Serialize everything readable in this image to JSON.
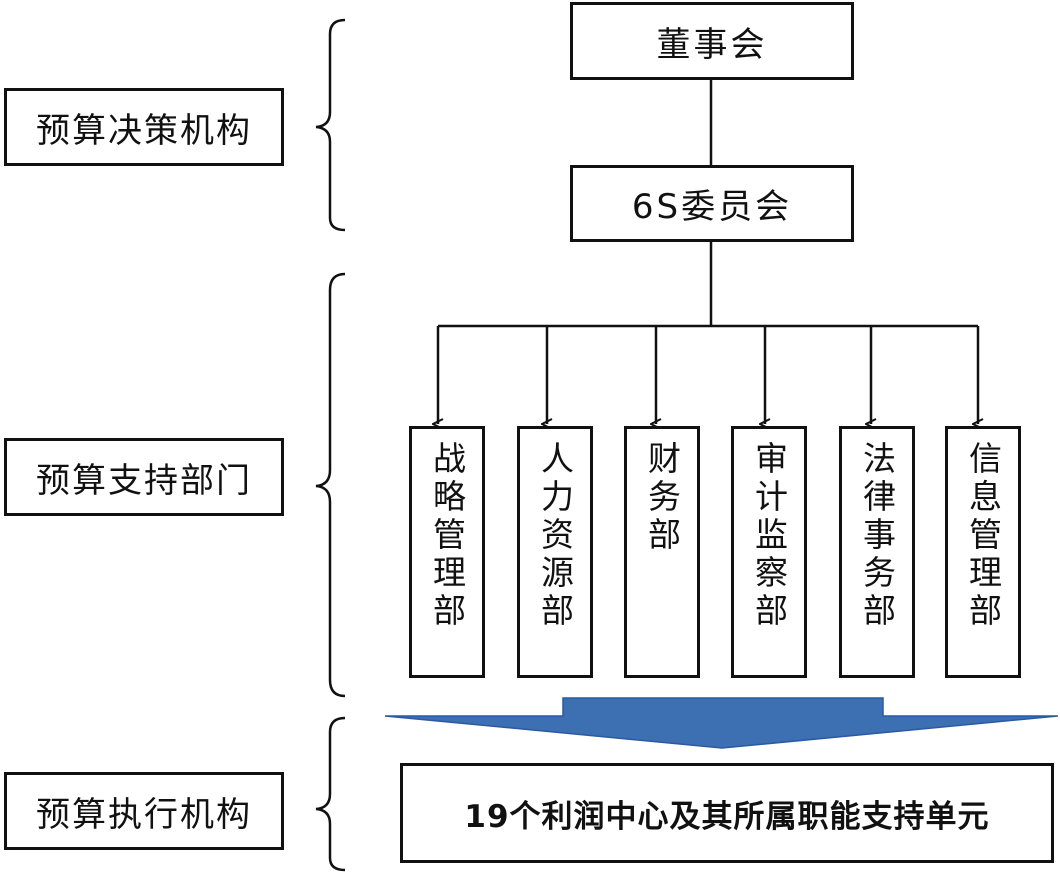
{
  "levels": {
    "decision": "预算决策机构",
    "support": "预算支持部门",
    "execution": "预算执行机构"
  },
  "nodes": {
    "board": "董事会",
    "committee": "6S委员会",
    "execution_units": "19个利润中心及其所属职能支持单元"
  },
  "departments": [
    "战略管理部",
    "人力资源部",
    "财务部",
    "审计监察部",
    "法律事务部",
    "信息管理部"
  ],
  "colors": {
    "line": "#111111",
    "arrow_fill": "#3d6fb3",
    "arrow_stroke": "#2a5aa0"
  }
}
